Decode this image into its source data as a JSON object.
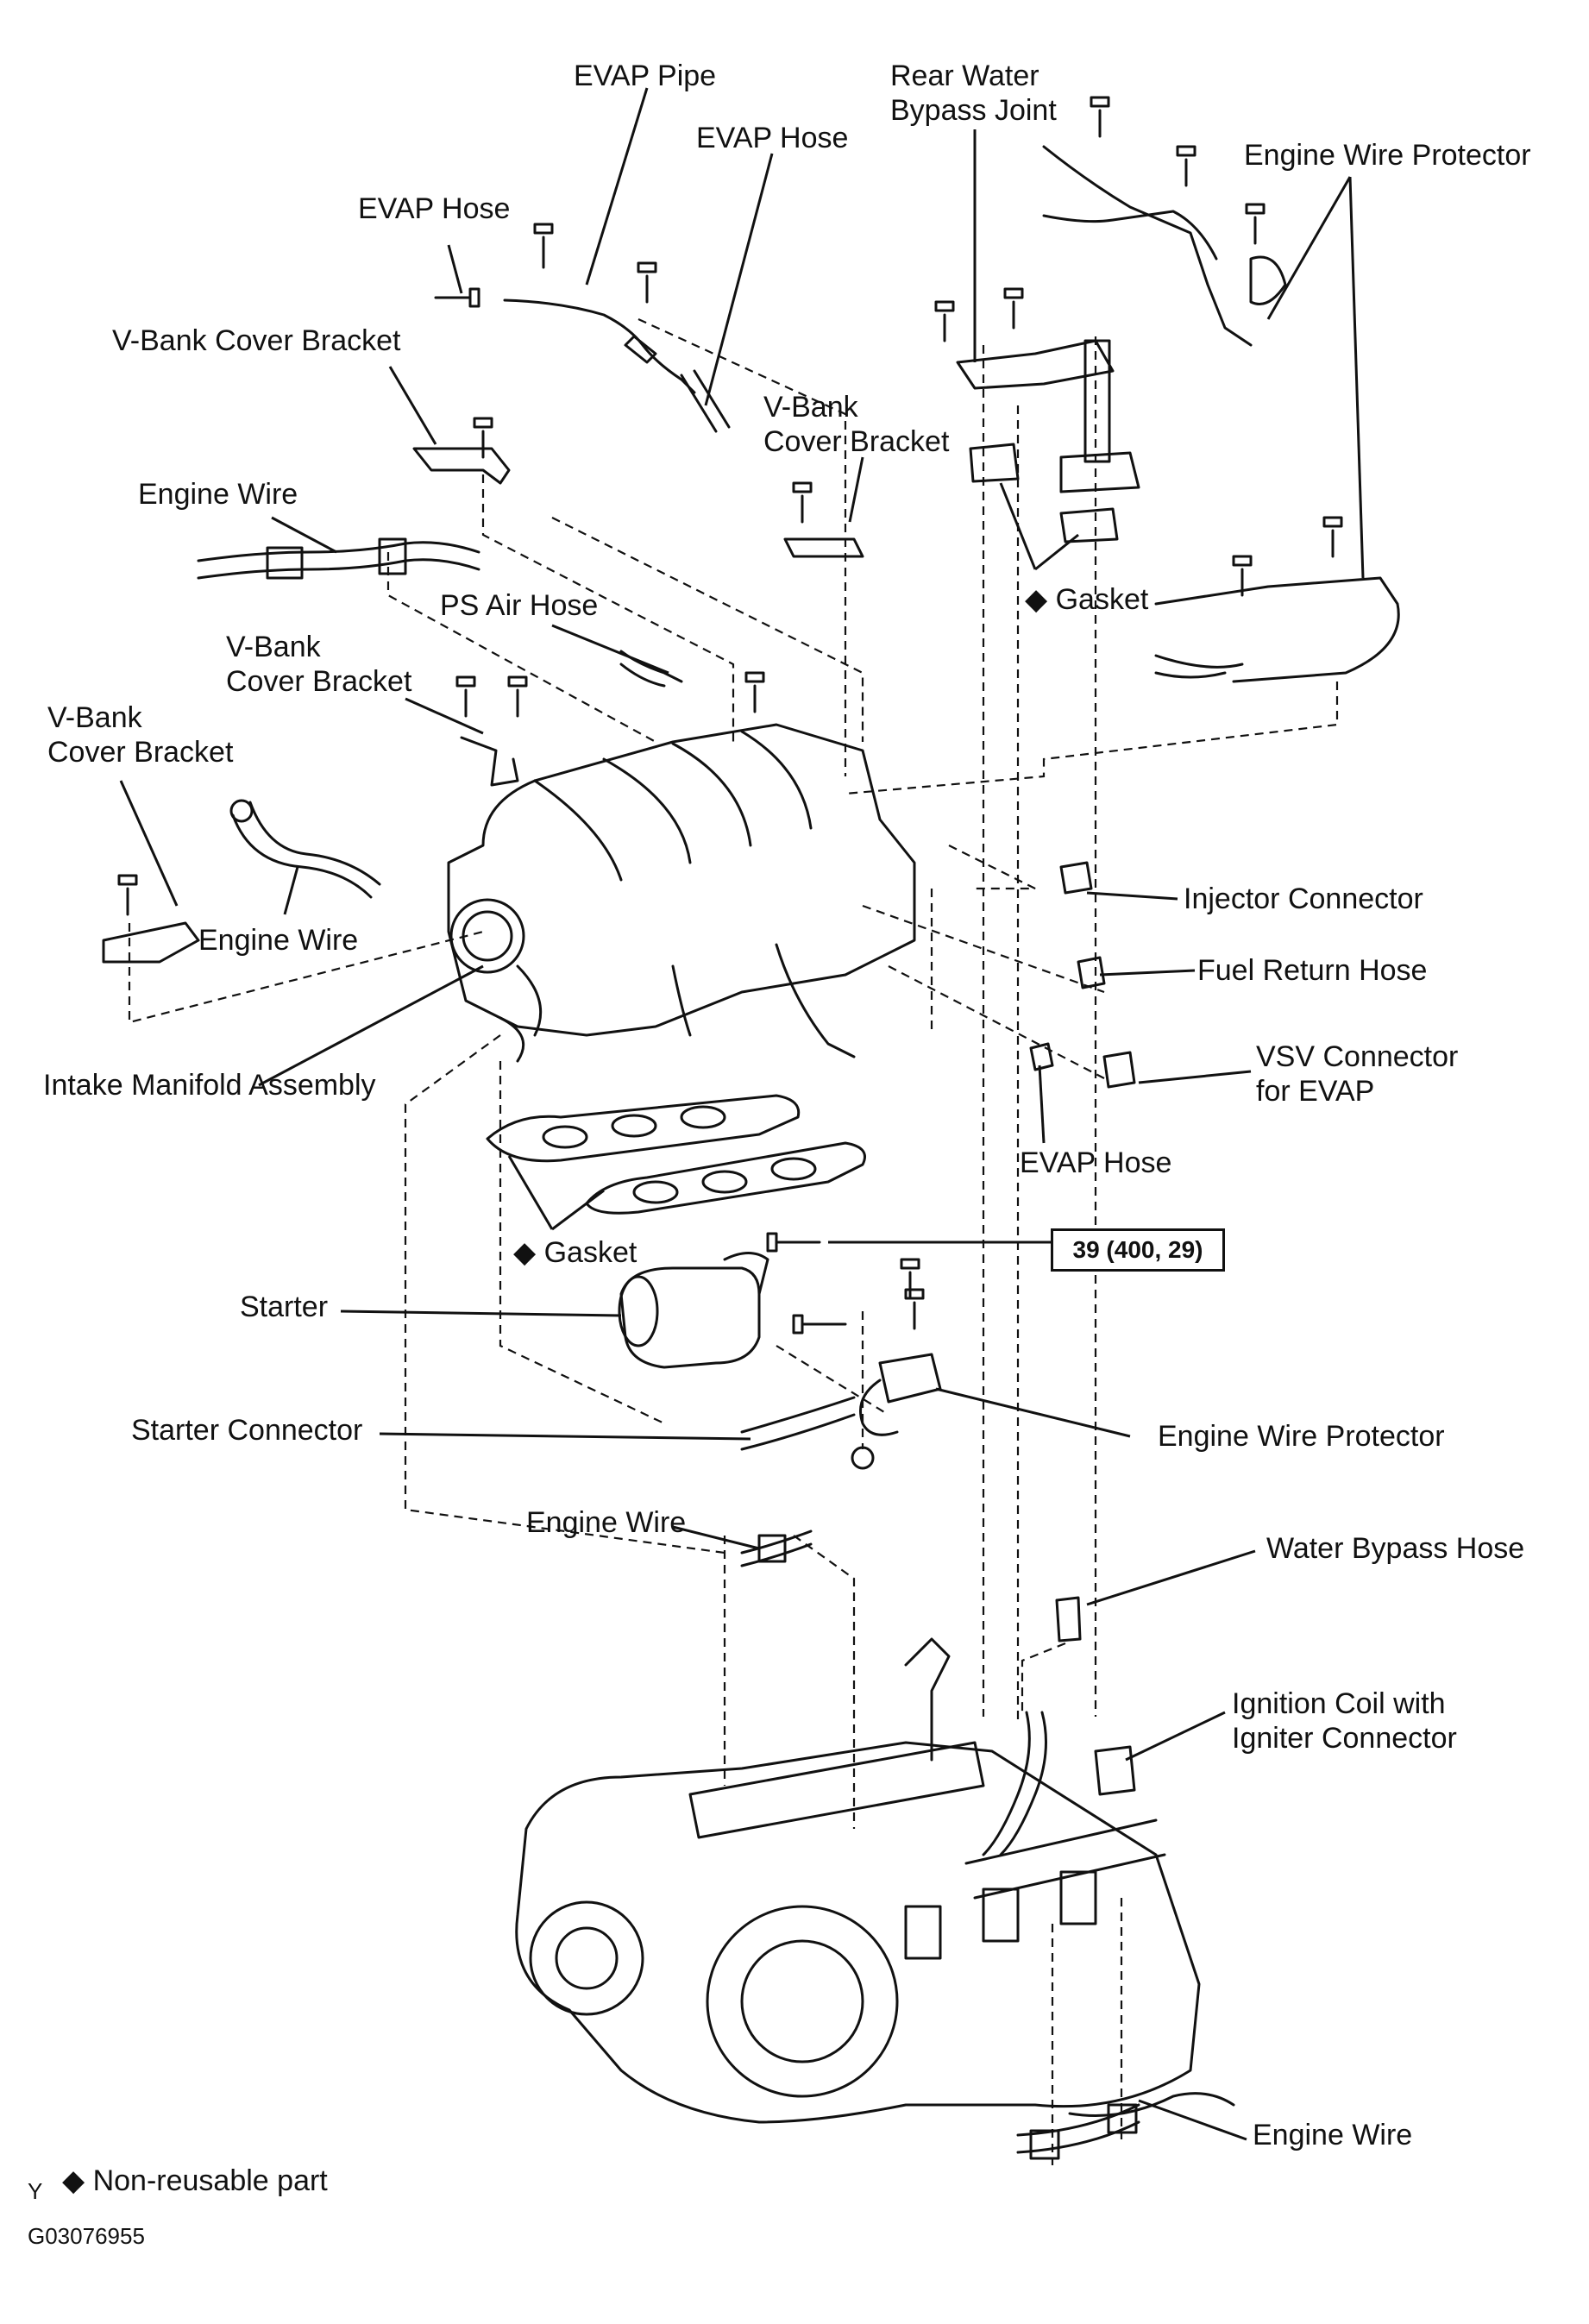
{
  "labels": {
    "evap_pipe": "EVAP Pipe",
    "rear_water_bypass_joint": "Rear Water\nBypass Joint",
    "evap_hose_top": "EVAP Hose",
    "engine_wire_protector_top": "Engine Wire Protector",
    "evap_hose_left": "EVAP Hose",
    "vbank_cover_bracket_1": "V-Bank  Cover Bracket",
    "vbank_cover_bracket_2": "V-Bank\nCover Bracket",
    "engine_wire_1": "Engine Wire",
    "gasket_top": "◆ Gasket",
    "ps_air_hose": "PS Air Hose",
    "vbank_cover_bracket_3": "V-Bank\nCover Bracket",
    "vbank_cover_bracket_4": "V-Bank\nCover Bracket",
    "injector_connector": "Injector Connector",
    "engine_wire_2": "Engine Wire",
    "fuel_return_hose": "Fuel Return Hose",
    "vsv_connector": "VSV Connector\nfor EVAP",
    "intake_manifold_assembly": "Intake Manifold Assembly",
    "evap_hose_bottom": "EVAP Hose",
    "gasket_mid": "◆ Gasket",
    "torque_spec": "39 (400, 29)",
    "starter": "Starter",
    "engine_wire_protector_mid": "Engine Wire Protector",
    "starter_connector": "Starter Connector",
    "engine_wire_3": "Engine Wire",
    "water_bypass_hose": "Water Bypass Hose",
    "ignition_coil": "Ignition Coil with\nIgniter Connector",
    "engine_wire_4": "Engine Wire"
  },
  "legend": {
    "marker": "Y",
    "non_reusable": "◆ Non-reusable part",
    "figure_id": "G03076955"
  }
}
